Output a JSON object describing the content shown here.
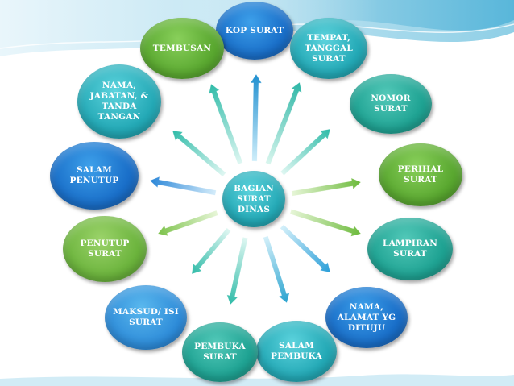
{
  "center": {
    "lines": [
      "BAGIAN",
      "SURAT",
      "DINAS"
    ]
  },
  "nodes": [
    {
      "id": "kop-surat",
      "lines": [
        "KOP SURAT"
      ]
    },
    {
      "id": "tempat-tanggal-surat",
      "lines": [
        "TEMPAT,",
        "TANGGAL",
        "SURAT"
      ]
    },
    {
      "id": "nomor-surat",
      "lines": [
        "NOMOR",
        "SURAT"
      ]
    },
    {
      "id": "perihal-surat",
      "lines": [
        "PERIHAL",
        "SURAT"
      ]
    },
    {
      "id": "lampiran-surat",
      "lines": [
        "LAMPIRAN",
        "SURAT"
      ]
    },
    {
      "id": "nama-alamat-yg-dituju",
      "lines": [
        "NAMA,",
        "ALAMAT YG",
        "DITUJU"
      ]
    },
    {
      "id": "salam-pembuka",
      "lines": [
        "SALAM",
        "PEMBUKA"
      ]
    },
    {
      "id": "pembuka-surat",
      "lines": [
        "PEMBUKA",
        "SURAT"
      ]
    },
    {
      "id": "maksud-isi-surat",
      "lines": [
        "MAKSUD/ ISI",
        "SURAT"
      ]
    },
    {
      "id": "penutup-surat",
      "lines": [
        "PENUTUP",
        "SURAT"
      ]
    },
    {
      "id": "salam-penutup",
      "lines": [
        "SALAM",
        "PENUTUP"
      ]
    },
    {
      "id": "nama-jabatan-tanda-tangan",
      "lines": [
        "NAMA,",
        "JABATAN, &",
        "TANDA",
        "TANGAN"
      ]
    },
    {
      "id": "tembusan",
      "lines": [
        "TEMBUSAN"
      ]
    }
  ],
  "colors": {
    "wave_light": "#dff1f8",
    "wave_mid": "#9fd6ea",
    "wave_dark": "#5fbcdc"
  }
}
